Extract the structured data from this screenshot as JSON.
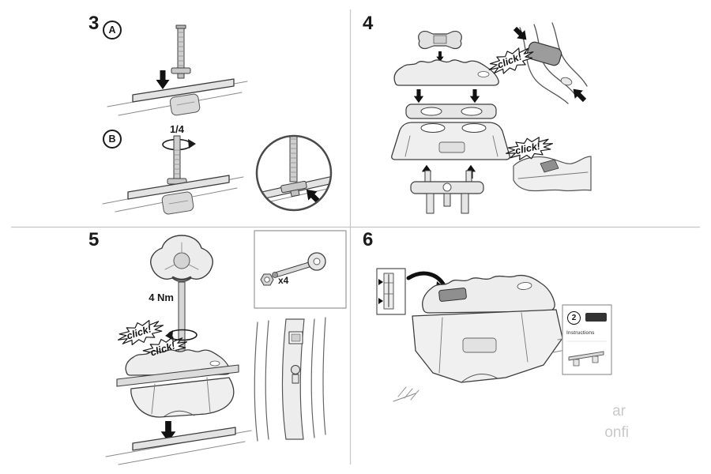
{
  "page": {
    "background": "#ffffff",
    "divider_color": "#c6c6c6",
    "line_color": "#3d3d3d",
    "arrow_color": "#111111",
    "watermark_color": "#c9c9c9"
  },
  "step3": {
    "number": "3",
    "substep_a_label": "A",
    "substep_b_label": "B",
    "quarter_turn_label": "1/4"
  },
  "step4": {
    "number": "4",
    "click_upper": "click!",
    "click_lower": "click!"
  },
  "step5": {
    "number": "5",
    "torque_label": "4 Nm",
    "click_first": "click!",
    "click_second": "click!",
    "hex_key_quantity": "x4"
  },
  "step6": {
    "number": "6",
    "kit_number_badge": "2",
    "instructions_label": "Instructions"
  },
  "watermark": {
    "line1": "ar",
    "line2": "onfi"
  }
}
